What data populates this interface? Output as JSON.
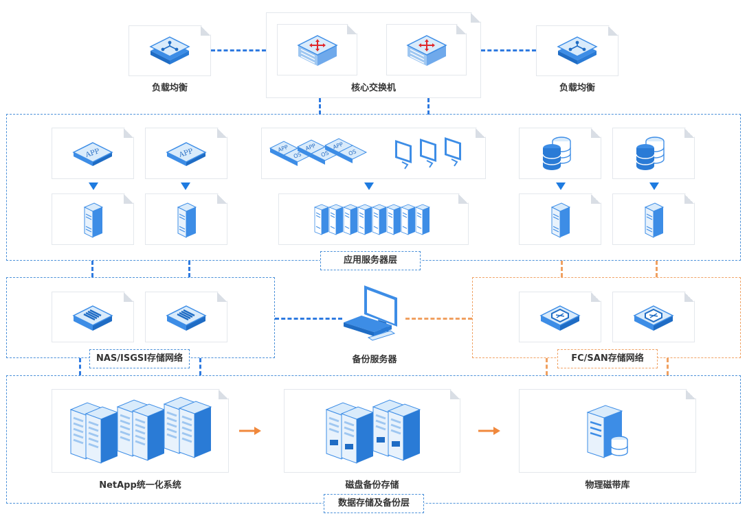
{
  "core": {
    "load_balancer_left": "负载均衡",
    "core_switch": "核心交换机",
    "load_balancer_right": "负载均衡"
  },
  "app_layer": {
    "title": "应用服务器层",
    "app_badge": "APP",
    "os_badge": "OS"
  },
  "storage_network": {
    "nas_label": "NAS/ISGSI存储网络",
    "backup_server": "备份服务器",
    "fcsan_label": "FC/SAN存储网络"
  },
  "data_layer": {
    "title": "数据存储及备份层",
    "netapp": "NetApp统一化系统",
    "disk_backup": "磁盘备份存储",
    "tape_library": "物理磁带库"
  },
  "colors": {
    "blue_line": "#2e7ae0",
    "red_line": "#e0262a",
    "orange_line": "#f0a060",
    "icon_blue": "#3d8de6",
    "icon_light": "#d9ebfb"
  }
}
